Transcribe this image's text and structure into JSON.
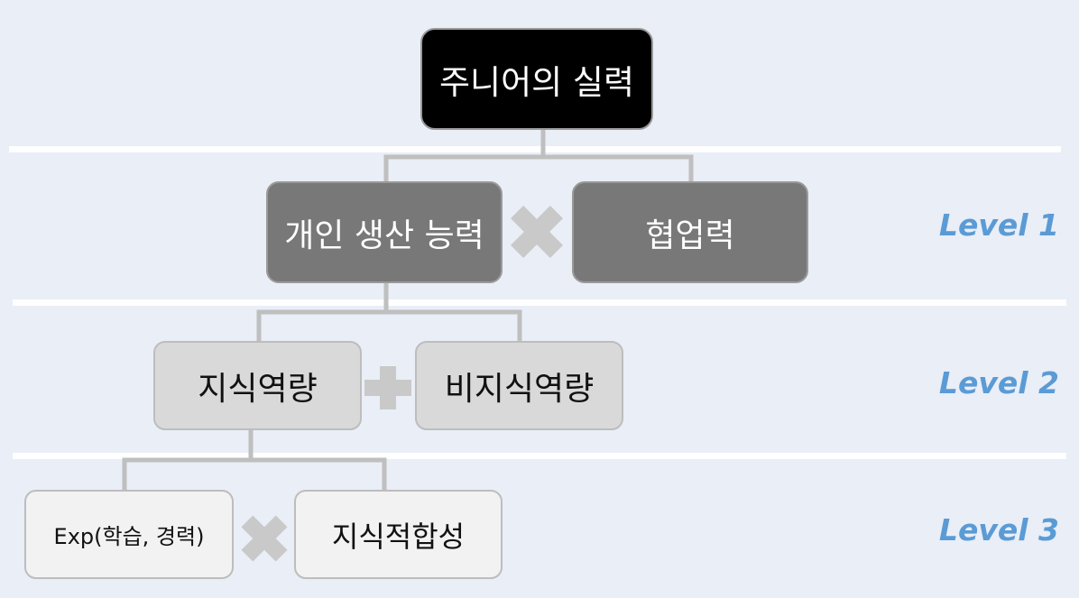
{
  "root": {
    "label": "주니어의 실력"
  },
  "level1": {
    "label": "Level 1",
    "left": "개인 생산 능력",
    "right": "협업력",
    "operator": "times"
  },
  "level2": {
    "label": "Level 2",
    "left": "지식역량",
    "right": "비지식역량",
    "operator": "plus"
  },
  "level3": {
    "label": "Level 3",
    "left": "Exp(학습, 경력)",
    "right": "지식적합성",
    "operator": "times"
  },
  "colors": {
    "background": "#e9eef7",
    "root_fill": "#000000",
    "level1_fill": "#787878",
    "level2_fill": "#d9d9d9",
    "level3_fill": "#f2f2f2",
    "connector": "#bfbfbf",
    "operator": "#c9c9c9",
    "level_label": "#5b9bd5"
  }
}
